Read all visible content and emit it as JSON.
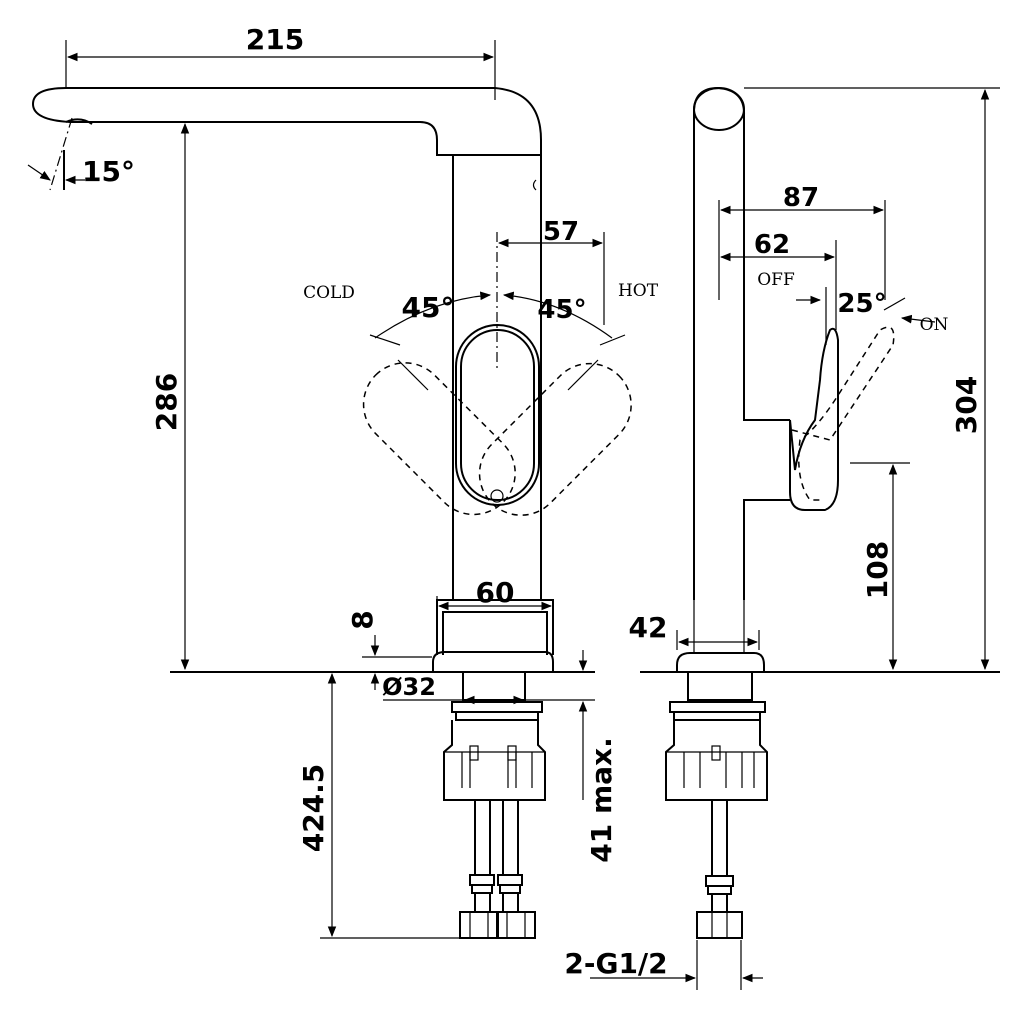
{
  "dims": {
    "reach": "215",
    "angle_spout": "15°",
    "handle_offset": "57",
    "angle_cold": "45°",
    "angle_hot": "45°",
    "spout_height": "286",
    "body_width": "60",
    "collar": "8",
    "shank_diameter": "Ø32",
    "below_counter": "424.5",
    "deck_thickness": "41 max.",
    "depth_overall": "87",
    "depth_off": "62",
    "angle_lever": "25°",
    "total_height": "304",
    "lever_height": "108",
    "body_depth": "42",
    "connections": "2-G1/2"
  },
  "labels": {
    "cold": "COLD",
    "hot": "HOT",
    "off": "OFF",
    "on": "ON"
  },
  "colors": {
    "line": "#000000",
    "background": "#ffffff"
  }
}
